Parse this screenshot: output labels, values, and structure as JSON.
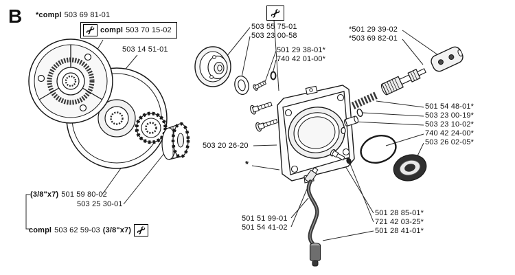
{
  "page": {
    "section_letter": "B",
    "background_color": "#ffffff",
    "line_color": "#1a1a1a"
  },
  "icons": {
    "tool_kit": "wrench-icon"
  },
  "labels": [
    {
      "pre": "*compl",
      "num": "503 69 81-01"
    },
    {
      "pre": "compl",
      "num": "503 70 15-02"
    },
    {
      "num": "503 14 51-01"
    },
    {
      "pre": "(3/8\"x7)",
      "num": "501 59 80-02"
    },
    {
      "num": "503 25 30-01"
    },
    {
      "pre": "compl",
      "num": "503 62 59-03",
      "suf": "(3/8\"x7)"
    },
    {
      "num": "503 55 75-01"
    },
    {
      "num": "503 23 00-58"
    },
    {
      "num": "501 29 38-01*"
    },
    {
      "num": "740 42 01-00*"
    },
    {
      "num": "*501 29 39-02"
    },
    {
      "num": "*503 69 82-01"
    },
    {
      "num": "501 54 48-01*"
    },
    {
      "num": "503 23 00-19*"
    },
    {
      "num": "503 23 10-02*"
    },
    {
      "num": "740 42 24-00*"
    },
    {
      "num": "503 26 02-05*"
    },
    {
      "num": "503 20 26-20"
    },
    {
      "num": "*"
    },
    {
      "num": "501 51 99-01"
    },
    {
      "num": "501 54 41-02"
    },
    {
      "num": "501 28 85-01*"
    },
    {
      "num": "721 42 03-25*"
    },
    {
      "num": "501 28 41-01*"
    }
  ]
}
